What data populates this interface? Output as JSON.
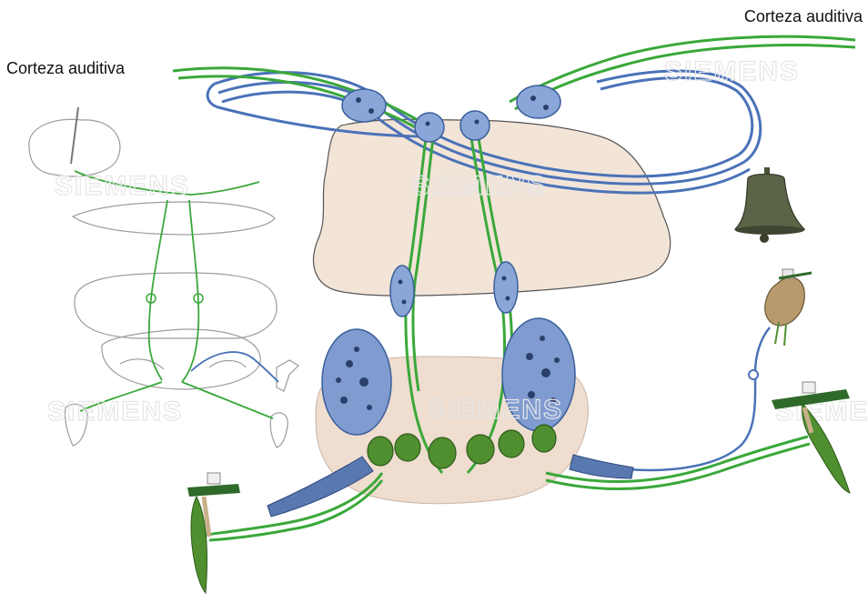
{
  "labels": {
    "right": "Corteza auditiva",
    "left": "Corteza auditiva"
  },
  "watermark": "SIEMENS",
  "colors": {
    "pathway_green": "#3aa83a",
    "pathway_blue": "#4a72b8",
    "brainstem_fill": "#f3e4d8",
    "nucleus_blue": "#8aa6d8",
    "sketch_line": "#9a9a9a",
    "bell": "#4a5238"
  },
  "icons": [
    "bell-icon",
    "ear-hair-cell-icon",
    "cochlea-icon"
  ]
}
